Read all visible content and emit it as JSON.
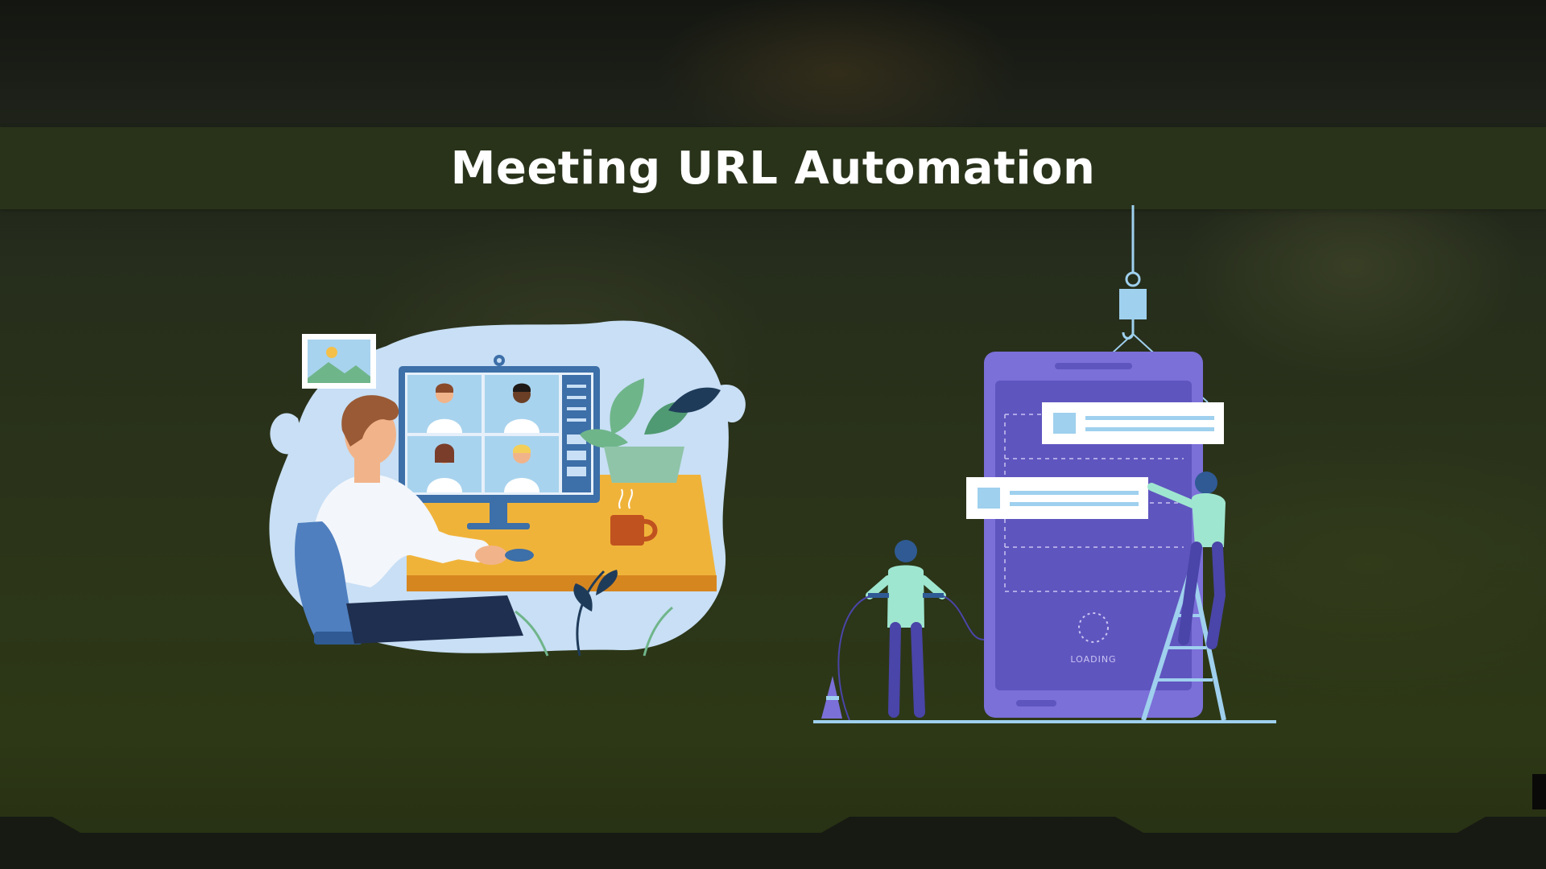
{
  "slide": {
    "title": "Meeting URL Automation"
  },
  "illustrations": {
    "video_call": {
      "icon": "video-conference-illustration"
    },
    "app_build": {
      "icon": "app-development-illustration",
      "loading_label": "LOADING"
    }
  },
  "colors": {
    "title_bar": "#29331a",
    "title_text": "#ffffff",
    "background": "#262d1c",
    "phone_purple": "#7b6fd8",
    "accent_blue": "#9fd0ee"
  }
}
